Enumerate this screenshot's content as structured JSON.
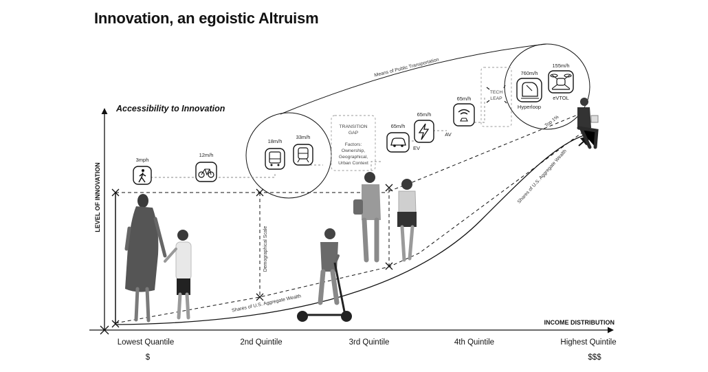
{
  "title": "Innovation, an egoistic Altruism",
  "subtitle": "Accessibility to Innovation",
  "axes": {
    "y_label": "LEVEL OF INNOVATION",
    "x_label": "INCOME DISTRIBUTION"
  },
  "x_ticks": [
    "Lowest Quantile",
    "2nd Quintile",
    "3rd Quintile",
    "4th Quintile",
    "Highest Quintile"
  ],
  "currency": {
    "low": "$",
    "high": "$$$"
  },
  "labels": {
    "public_transport": "Means of Public Transportation",
    "demographical_scale": "Demographical Scale",
    "wealth_lower": "Shares of U.S. Aggregate Wealth",
    "wealth_upper": "Shares of U.S. Aggregate Wealth",
    "top_percent": "Top 1%"
  },
  "transition_gap": {
    "title_line1": "TRANSITION",
    "title_line2": "GAP",
    "factors_line1": "Factors:",
    "factors_line2": "Ownership,",
    "factors_line3": "Geographical,",
    "factors_line4": "Urban Context"
  },
  "tech_leap": {
    "line1": "TECH",
    "line2": "LEAP"
  },
  "modes": {
    "walk": {
      "speed": "3mph",
      "icon": "walking-icon"
    },
    "bike": {
      "speed": "12m/h",
      "icon": "bicycle-icon"
    },
    "bus": {
      "speed": "18m/h",
      "icon": "bus-icon"
    },
    "train": {
      "speed": "33m/h",
      "icon": "train-icon"
    },
    "car": {
      "speed": "65m/h",
      "icon": "car-icon"
    },
    "ev": {
      "speed": "65m/h",
      "label": "EV",
      "icon": "lightning-icon"
    },
    "av": {
      "speed": "65m/h",
      "label": "AV",
      "icon": "wifi-car-icon"
    },
    "hyperloop": {
      "speed": "760m/h",
      "label": "Hyperloop",
      "icon": "hyperloop-icon"
    },
    "evtol": {
      "speed": "155m/h",
      "label": "eVTOL",
      "icon": "drone-icon"
    }
  }
}
